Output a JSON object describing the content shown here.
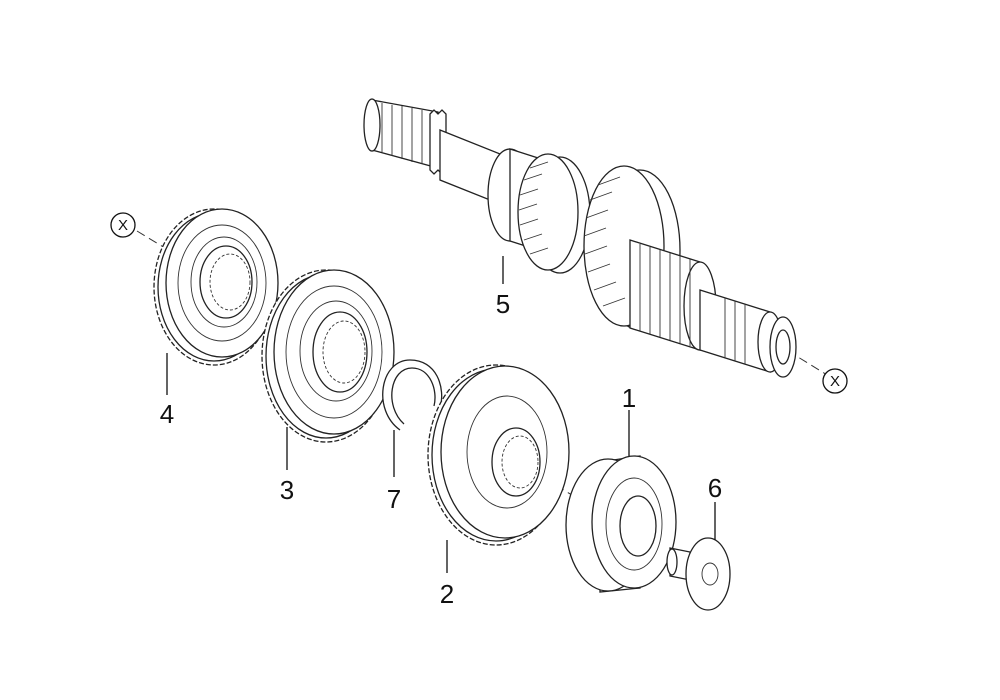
{
  "diagram": {
    "labels": {
      "part_1": "1",
      "part_2": "2",
      "part_3": "3",
      "part_4": "4",
      "part_5": "5",
      "part_6": "6",
      "part_7": "7",
      "ref_left": "X",
      "ref_right": "X"
    }
  }
}
